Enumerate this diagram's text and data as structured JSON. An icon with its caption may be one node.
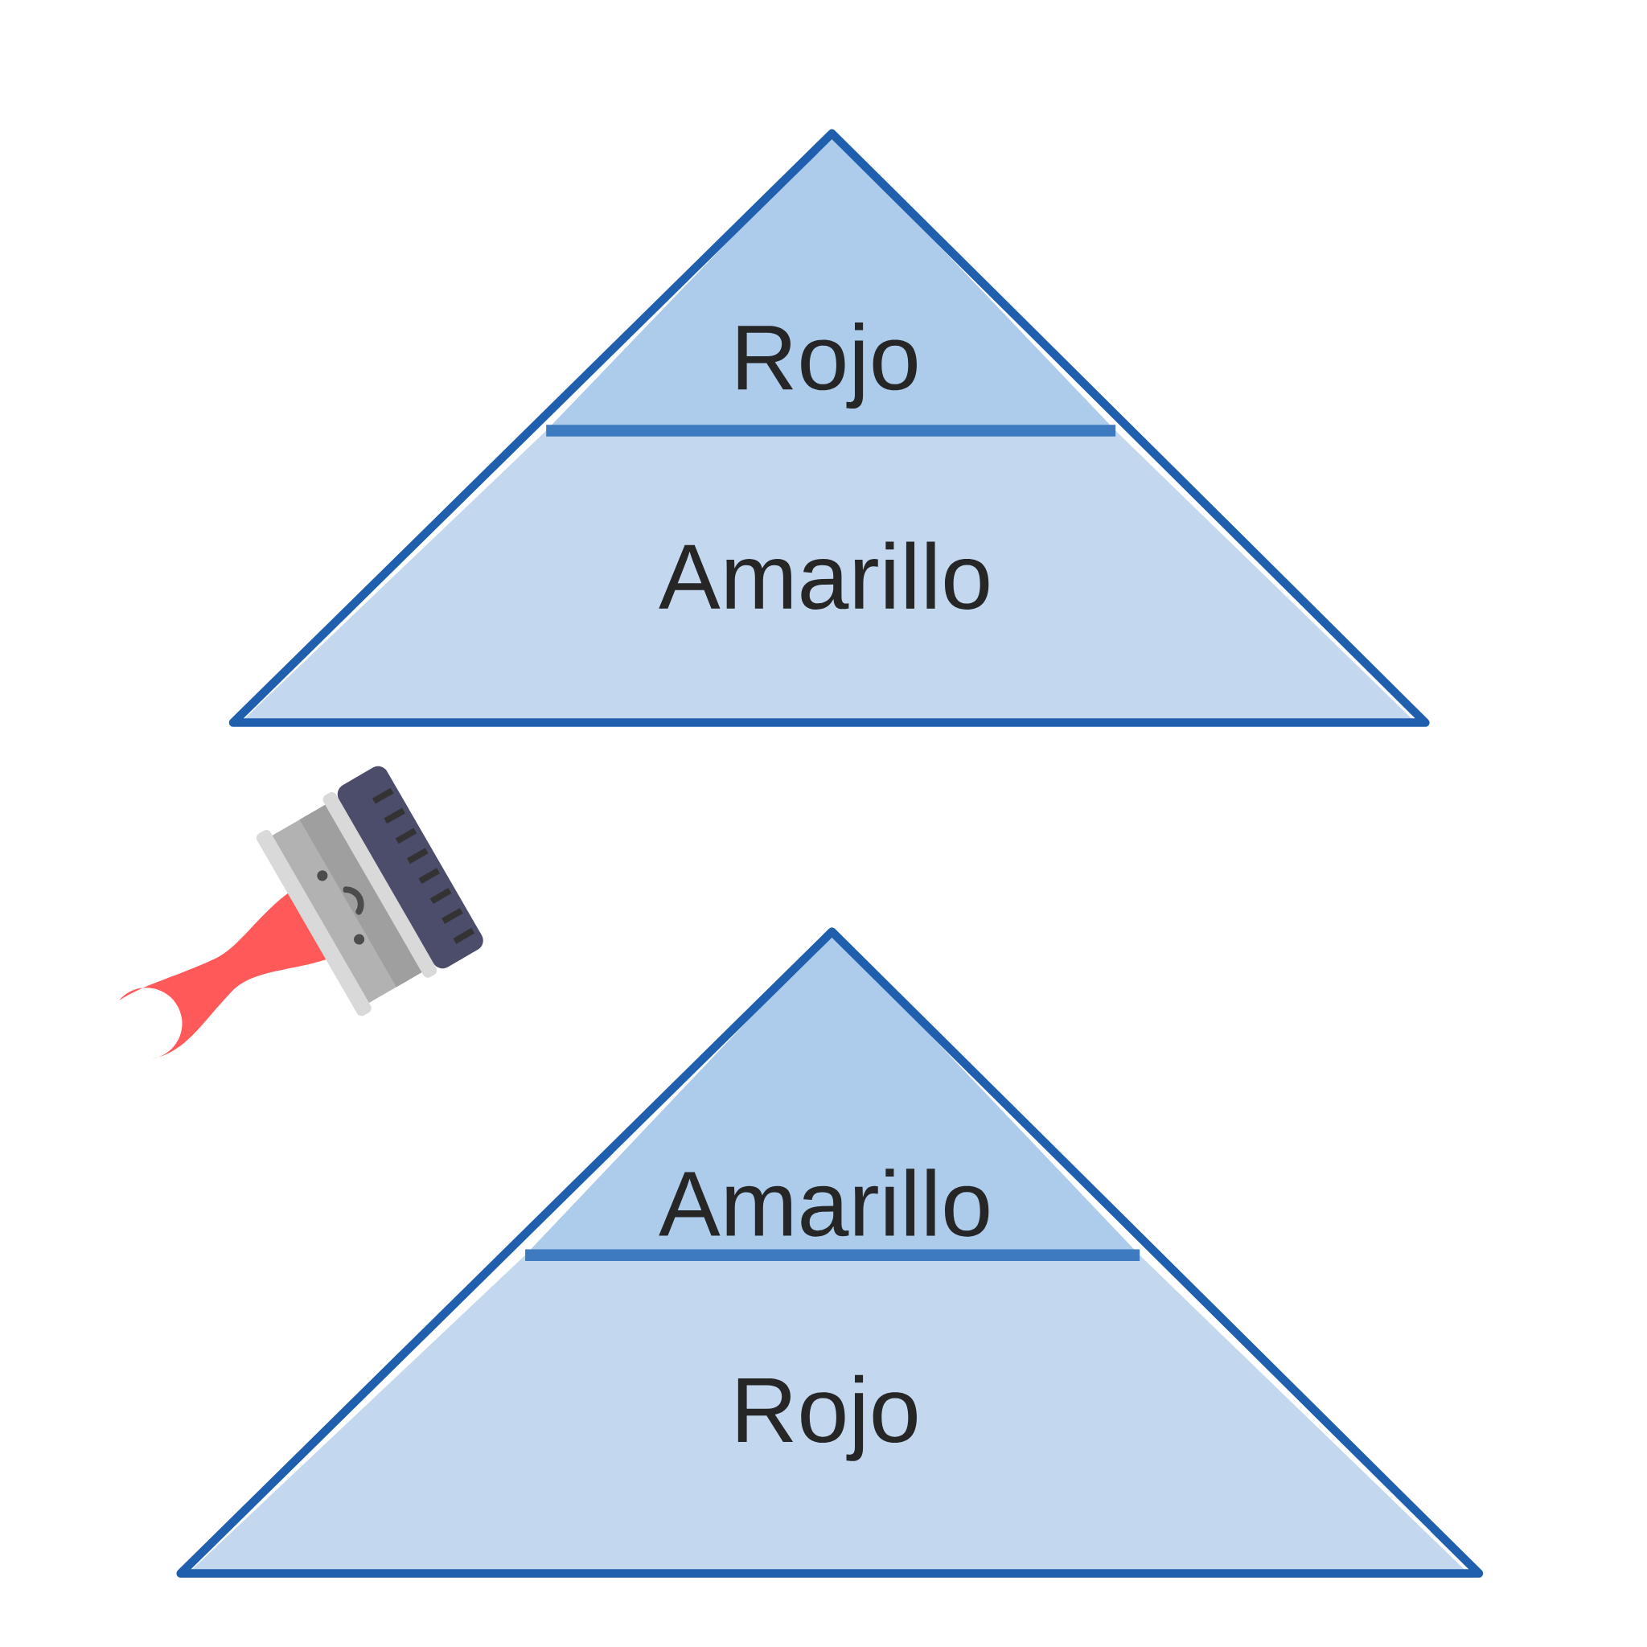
{
  "diagram": {
    "nodes": [
      {
        "text": [
          "Rojo"
        ]
      },
      {
        "text": [
          "Amarillo"
        ]
      },
      {
        "text": [
          "Amarillo"
        ]
      },
      {
        "text": [
          "Rojo"
        ]
      }
    ]
  }
}
